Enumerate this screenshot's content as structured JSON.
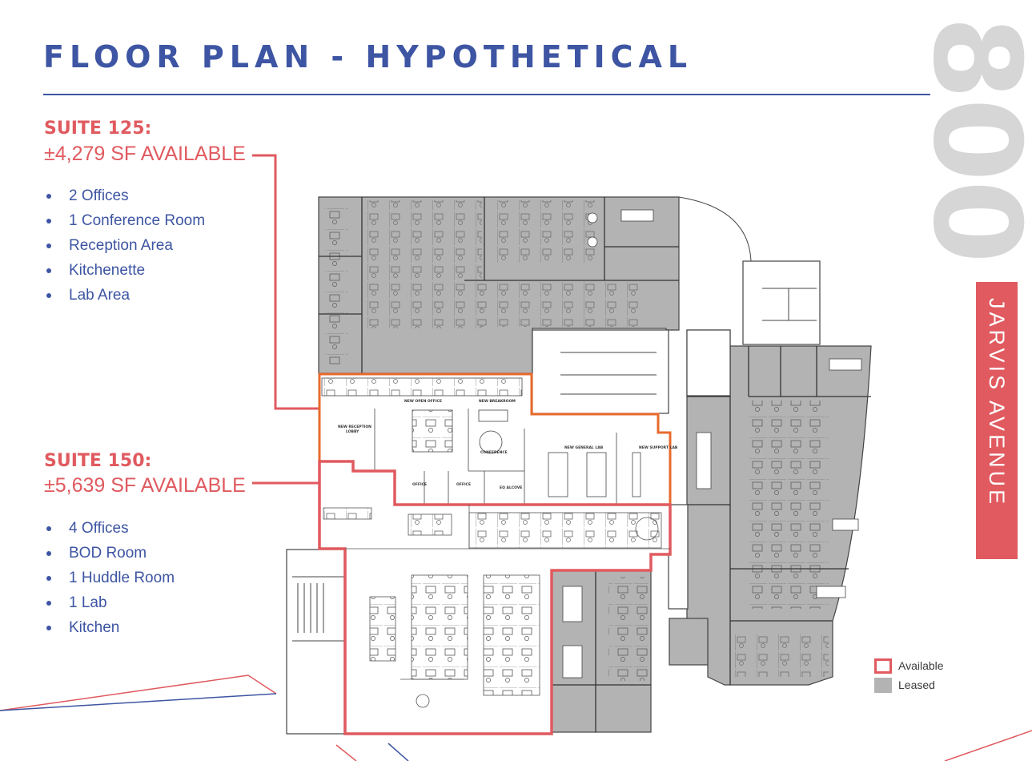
{
  "header": {
    "title": "FLOOR PLAN - HYPOTHETICAL"
  },
  "building": {
    "number": "800",
    "street": "JARVIS AVENUE"
  },
  "suites": [
    {
      "name": "SUITE 125:",
      "available": "±4,279 SF AVAILABLE",
      "features": [
        "2 Offices",
        "1 Conference Room",
        "Reception Area",
        "Kitchenette",
        "Lab Area"
      ]
    },
    {
      "name": "SUITE 150:",
      "available": "±5,639 SF AVAILABLE",
      "features": [
        "4 Offices",
        "BOD Room",
        "1 Huddle Room",
        "1 Lab",
        "Kitchen"
      ]
    }
  ],
  "plan_labels": {
    "open_office": "NEW OPEN OFFICE",
    "breakroom": "NEW BREAKROOM",
    "reception": "NEW RECEPTION",
    "lobby": "LOBBY",
    "conference": "CONFERENCE",
    "general_lab": "NEW GENERAL LAB",
    "support_lab": "NEW SUPPORT LAB",
    "office": "OFFICE",
    "eq_alcove": "EQ ALCOVE"
  },
  "legend": {
    "available": "Available",
    "leased": "Leased"
  },
  "colors": {
    "brand_blue": "#3d55a3",
    "accent_red": "#e05a5f",
    "available_outline": "#e86a2c",
    "leased_fill": "#b3b3b3"
  }
}
